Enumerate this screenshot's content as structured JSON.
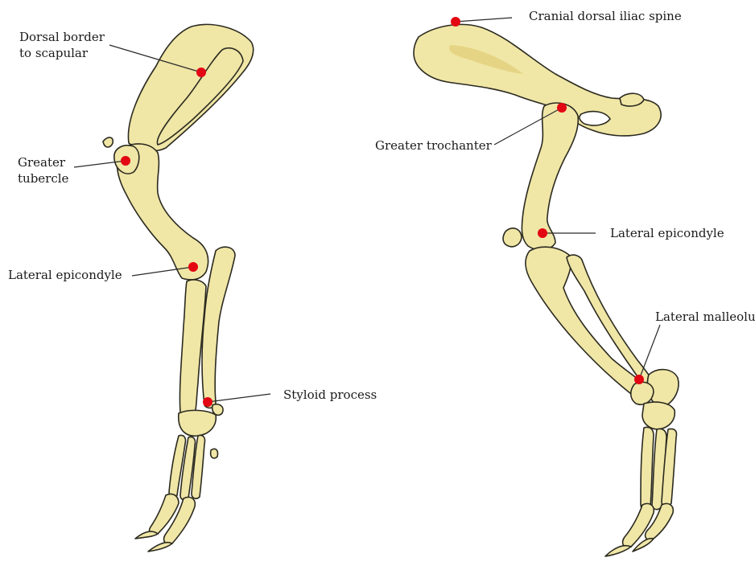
{
  "colors": {
    "bone": "#f0e6a6",
    "bone_shade": "#e2cf7c",
    "outline": "#2b2a20",
    "marker": "#e30613",
    "background": "#ffffff"
  },
  "forelimb": {
    "labels": {
      "dorsal_border": "Dorsal border\nto scapular",
      "greater_tubercle": "Greater\ntubercle",
      "lateral_epicondyle": "Lateral epicondyle",
      "styloid_process": "Styloid process"
    }
  },
  "hindlimb": {
    "labels": {
      "cranial_dorsal_iliac_spine": "Cranial dorsal iliac spine",
      "greater_trochanter": "Greater trochanter",
      "lateral_epicondyle": "Lateral epicondyle",
      "lateral_malleolus": "Lateral malleolus"
    }
  }
}
